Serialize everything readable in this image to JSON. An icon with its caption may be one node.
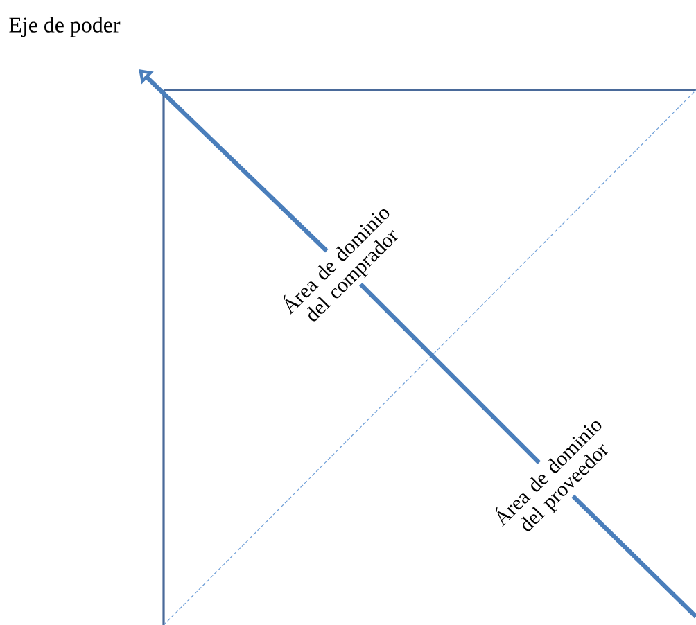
{
  "diagram": {
    "nodes": [
      {
        "text": [
          "Área de dominio del comprador"
        ]
      },
      {
        "text": [
          "Área de dominio del proveedor"
        ]
      }
    ],
    "edges": [
      {
        "from": null,
        "to": 1,
        "arrow": "none"
      },
      {
        "from": 1,
        "to": 0,
        "arrow": "none"
      },
      {
        "from": 0,
        "to": null,
        "arrow": "to"
      }
    ],
    "labels": [
      "Eje de poder"
    ]
  }
}
